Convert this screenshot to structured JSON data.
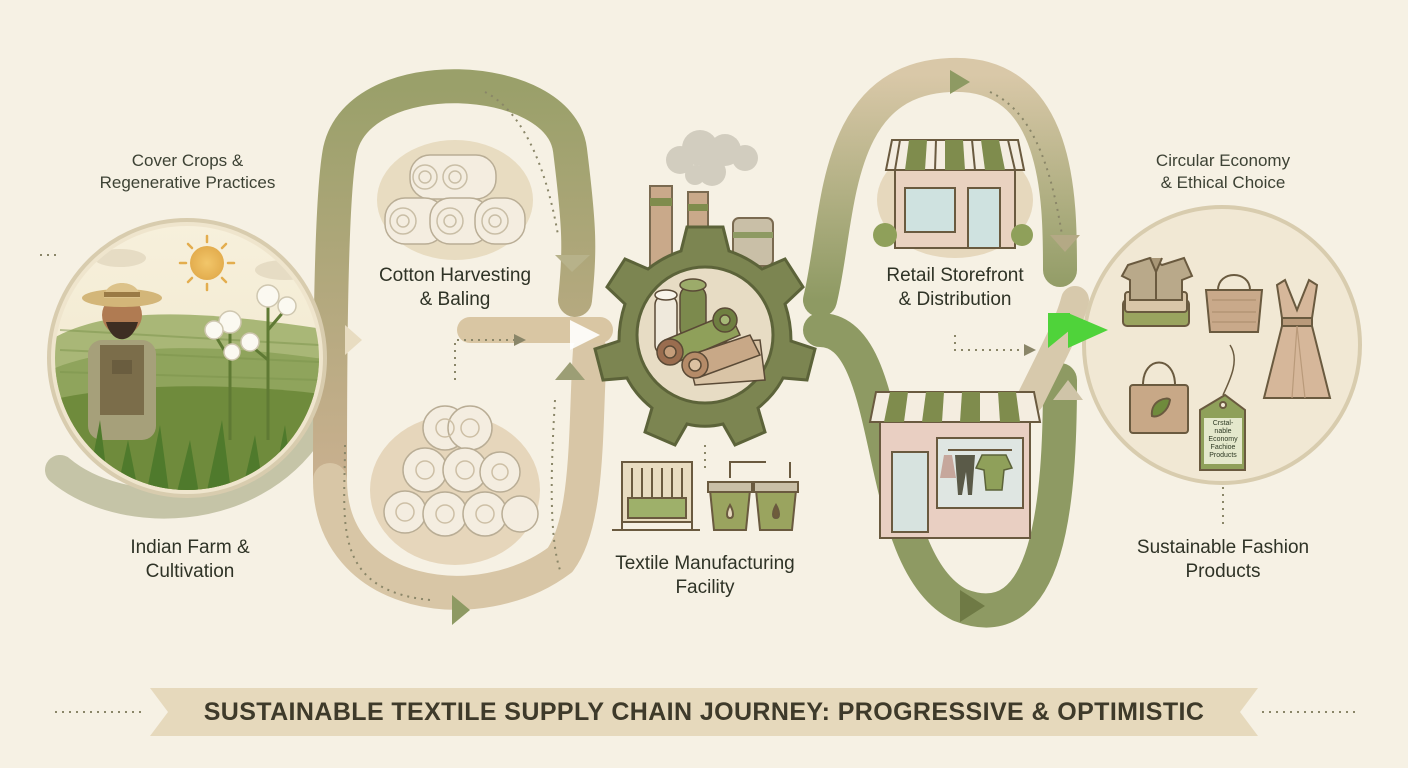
{
  "labels": {
    "cover_crops": [
      "Cover Crops &",
      "Regenerative Practices"
    ],
    "indian_farm": [
      "Indian Farm &",
      "Cultivation"
    ],
    "cotton_harvesting": [
      "Cotton Harvesting",
      "& Baling"
    ],
    "textile_facility": [
      "Textile Manufacturing",
      "Facility"
    ],
    "retail": [
      "Retail Storefront",
      "& Distribution"
    ],
    "circular": [
      "Circular Economy",
      "& Ethical Choice"
    ],
    "fashion": [
      "Sustainable Fashion",
      "Products"
    ]
  },
  "tag_text": "Crstal-\nnable\nEconomy\nFachioe\nProducts",
  "banner": "SUSTAINABLE TEXTILE SUPPLY CHAIN JOURNEY: PROGRESSIVE & OPTIMISTIC",
  "colors": {
    "background": "#f6f1e4",
    "olive": "#8e9a63",
    "olive_dark": "#6f7a45",
    "tan": "#cdb596",
    "sand": "#e4d7bd",
    "accent_green": "#4fd33a",
    "banner": "#e6d9bc"
  }
}
